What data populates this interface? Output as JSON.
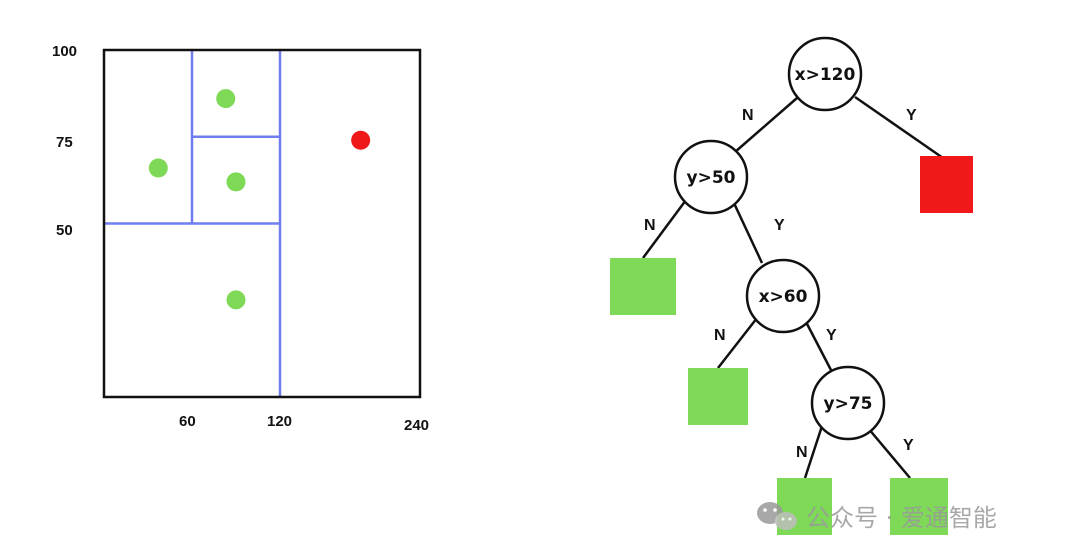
{
  "colors": {
    "axis": "#111111",
    "split_line": "#6f7df0",
    "class_green": "#7ed957",
    "class_red": "#f01818",
    "node_stroke": "#111111",
    "node_fill": "#ffffff",
    "watermark": "#9a9a9a"
  },
  "scatter": {
    "x_ticks": [
      "60",
      "120",
      "240"
    ],
    "y_ticks": [
      "100",
      "75",
      "50"
    ],
    "split_lines": [
      {
        "orientation": "vertical",
        "at": 120,
        "from": 0,
        "to": 100
      },
      {
        "orientation": "horizontal",
        "at": 50,
        "from": 0,
        "to": 120
      },
      {
        "orientation": "vertical",
        "at": 60,
        "from": 50,
        "to": 100
      },
      {
        "orientation": "horizontal",
        "at": 75,
        "from": 60,
        "to": 120
      }
    ],
    "points": [
      {
        "x": 83,
        "y": 86,
        "class": "green"
      },
      {
        "x": 37,
        "y": 66,
        "class": "green"
      },
      {
        "x": 90,
        "y": 62,
        "class": "green"
      },
      {
        "x": 90,
        "y": 28,
        "class": "green"
      },
      {
        "x": 175,
        "y": 74,
        "class": "red"
      }
    ]
  },
  "tree": {
    "nodes": [
      {
        "id": "root",
        "label": "x>120"
      },
      {
        "id": "n1",
        "label": "y>50"
      },
      {
        "id": "n2",
        "label": "x>60"
      },
      {
        "id": "n3",
        "label": "y>75"
      }
    ],
    "edges": [
      {
        "id": "root-n1",
        "label": "N"
      },
      {
        "id": "root-leafred",
        "label": "Y"
      },
      {
        "id": "n1-leaf1",
        "label": "N"
      },
      {
        "id": "n1-n2",
        "label": "Y"
      },
      {
        "id": "n2-leaf2",
        "label": "N"
      },
      {
        "id": "n2-n3",
        "label": "Y"
      },
      {
        "id": "n3-leaf3",
        "label": "N"
      },
      {
        "id": "n3-leaf4",
        "label": "Y"
      }
    ],
    "leaves": [
      {
        "id": "leafred",
        "class": "red"
      },
      {
        "id": "leaf1",
        "class": "green"
      },
      {
        "id": "leaf2",
        "class": "green"
      },
      {
        "id": "leaf3",
        "class": "green"
      },
      {
        "id": "leaf4",
        "class": "green"
      }
    ]
  },
  "watermark": {
    "icon": "wechat-icon",
    "text": "公众号 · 爱通智能"
  }
}
